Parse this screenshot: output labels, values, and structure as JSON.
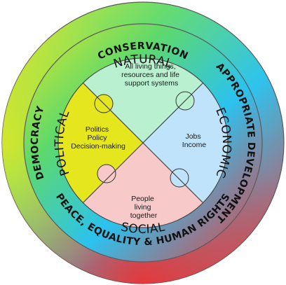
{
  "outer_ring": {
    "top": "CONSERVATION",
    "right": "APPROPRIATE DEVELOPMENT",
    "bottom": "PEACE, EQUALITY & HUMAN RIGHTS",
    "left": "DEMOCRACY"
  },
  "inner_ring": {
    "top": "NATURAL",
    "right": "ECONOMIC",
    "bottom": "SOCIAL",
    "left": "POLITICAL"
  },
  "pieces": {
    "top": {
      "lines": [
        "All living things,",
        "resources and life",
        "support systems"
      ],
      "color": "#b9f0cf"
    },
    "right": {
      "lines": [
        "Jobs",
        "Income"
      ],
      "color": "#bfe3fb"
    },
    "bottom": {
      "lines": [
        "People",
        "living",
        "together"
      ],
      "color": "#f8c9c9"
    },
    "left": {
      "lines": [
        "Politics",
        "Policy",
        "Decision-making"
      ],
      "color": "#e6e61e"
    }
  },
  "colors": {
    "green": "#58d66a",
    "cyan": "#27c6f0",
    "red": "#f03636",
    "yellow": "#dde626",
    "orange": "#f0a135"
  }
}
